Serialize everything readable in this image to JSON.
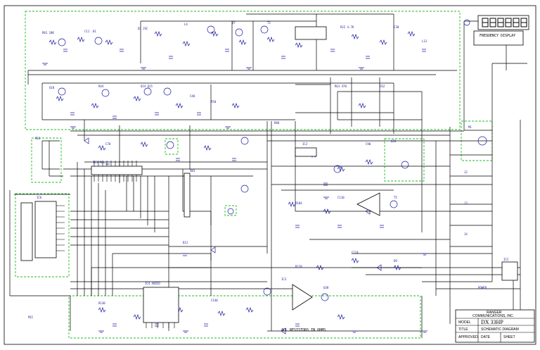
{
  "drawing": {
    "model_label": "MODEL",
    "model": "DX 33HP",
    "company_line_1": "RANGER",
    "company_line_2": "COMMUNICATIONS, INC.",
    "title_label": "TITLE",
    "title_value": "SCHEMATIC DIAGRAM",
    "display_label": "FREQUENCY DISPLAY",
    "footer_note": "ALL RESISTORS IN OHMS",
    "approved_label": "APPROVED",
    "date_label": "DATE",
    "sheet_label": "SHEET"
  },
  "colors": {
    "wire": "#000000",
    "component": "#1a1aa0",
    "dashed_border": "#22bb22",
    "paper": "#ffffff"
  }
}
